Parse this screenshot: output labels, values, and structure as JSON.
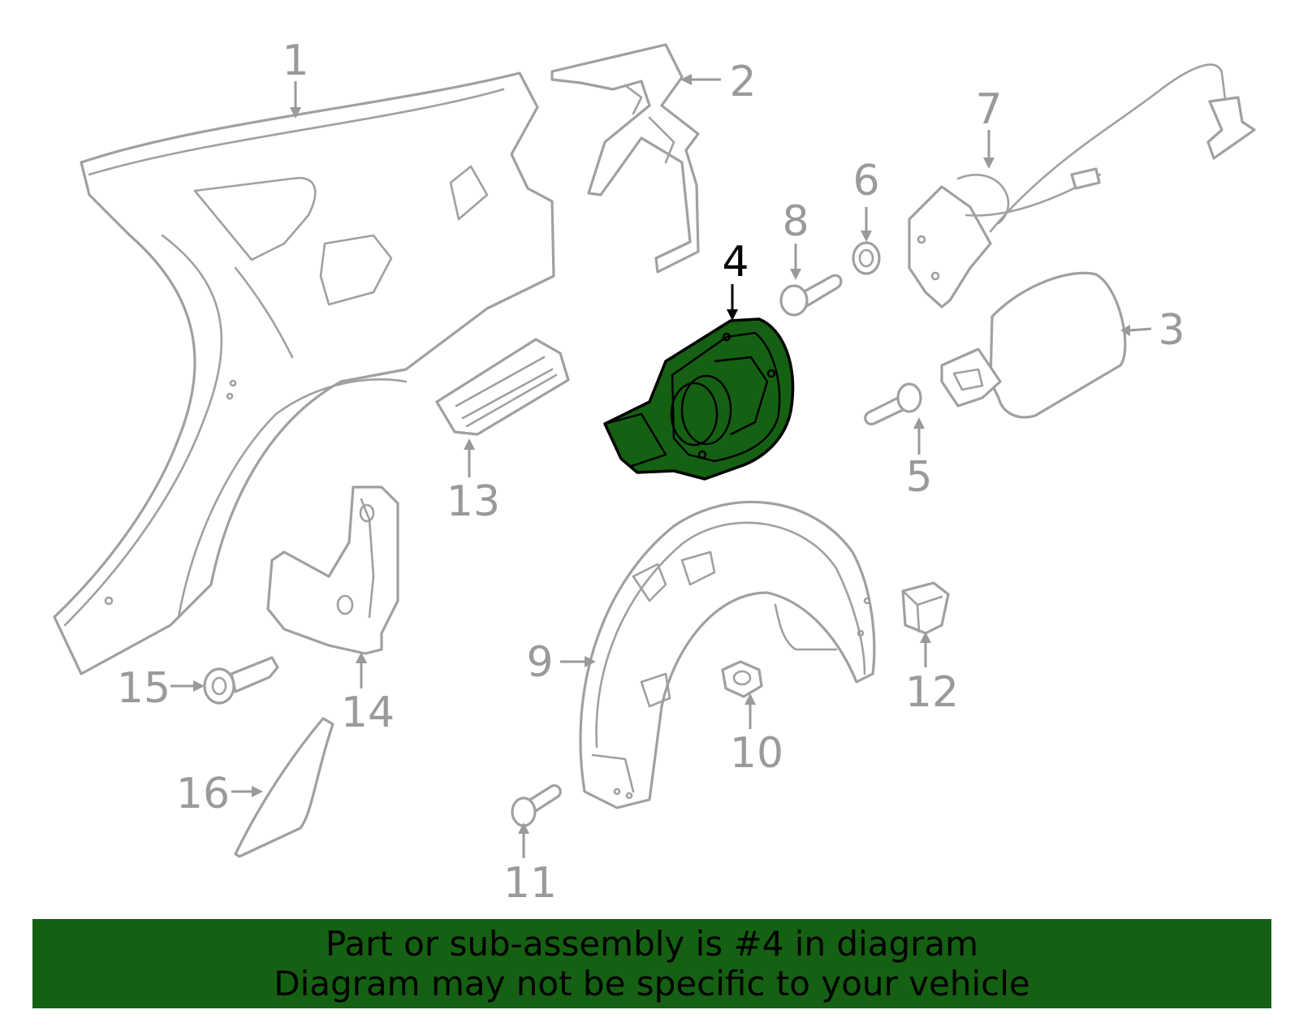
{
  "callouts": [
    "1",
    "2",
    "3",
    "4",
    "5",
    "6",
    "7",
    "8",
    "9",
    "10",
    "11",
    "12",
    "13",
    "14",
    "15",
    "16"
  ],
  "highlighted_part": "4",
  "colors": {
    "highlight": "#156012",
    "line": "#a0a0a0",
    "banner": "#156012"
  },
  "banner": {
    "line1": "Part or sub-assembly is #4 in diagram",
    "line2": "Diagram may not be specific to your vehicle"
  }
}
